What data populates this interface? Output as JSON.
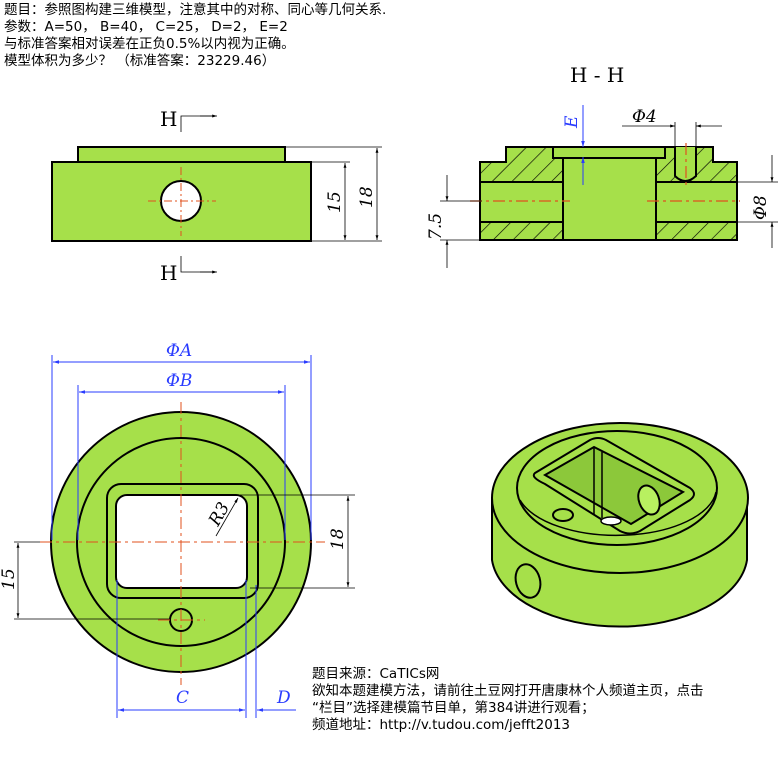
{
  "header": {
    "line1": "题目：参照图构建三维模型，注意其中的对称、同心等几何关系.",
    "line2": "参数：A=50，  B=40，  C=25，  D=2，  E=2",
    "line3": "与标准答案相对误差在正负0.5%以内视为正确。",
    "line4": "模型体积为多少？ （标准答案：23229.46）"
  },
  "footer": {
    "line1": "题目来源：CaTICs网",
    "line2": "欲知本题建模方法，请前往土豆网打开唐康林个人频道主页，点击",
    "line3": "“栏目”选择建模篇节目单，第384讲进行观看；",
    "line4": "频道地址：http://v.tudou.com/jefft2013"
  },
  "drawing": {
    "section_title": "H - H",
    "section_mark": "H",
    "dims": {
      "front_15": "15",
      "front_18": "18",
      "sec_E": "E",
      "sec_phi4": "Φ4",
      "sec_7_5": "7.5",
      "sec_phi8": "Φ8",
      "top_phiA": "ΦA",
      "top_phiB": "ΦB",
      "top_R3": "R3",
      "top_18": "18",
      "top_15": "15",
      "top_C": "C",
      "top_D": "D"
    },
    "colors": {
      "fill": "#a6e04a",
      "dimension_blue": "#2a3cff",
      "centerline": "#e0501e"
    }
  }
}
